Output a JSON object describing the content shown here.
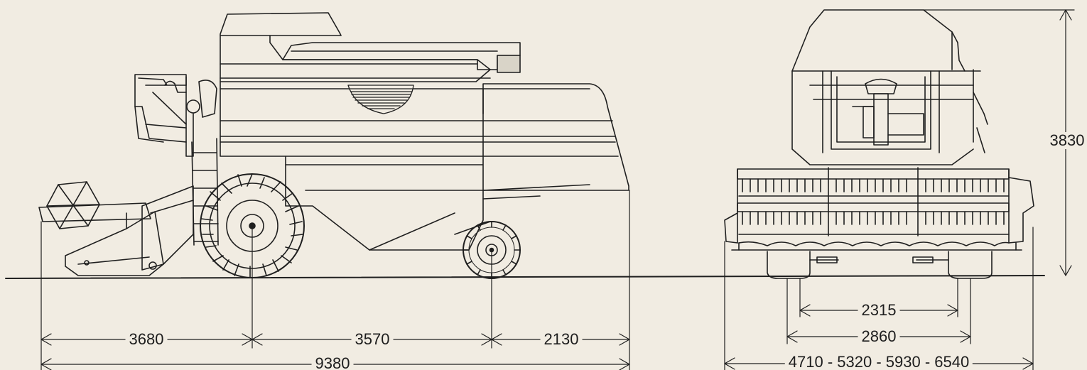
{
  "dimensions": {
    "front_to_front_axle": "3680",
    "wheelbase": "3570",
    "rear_overhang": "2130",
    "overall_length": "9380",
    "overall_height": "3830",
    "rear_track": "2315",
    "front_track": "2860",
    "header_widths": "4710 - 5320 - 5930 - 6540"
  }
}
